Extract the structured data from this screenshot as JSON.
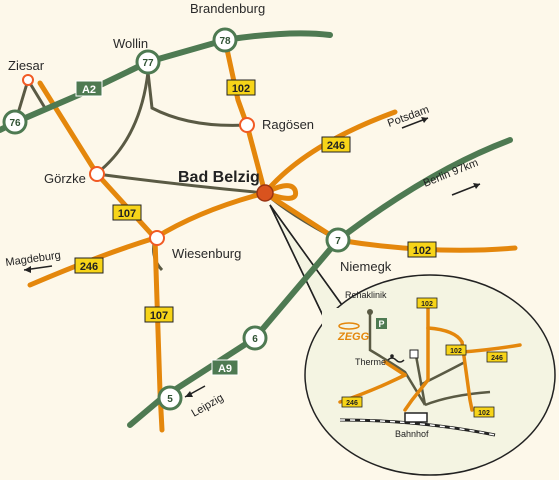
{
  "towns": {
    "brandenburg": "Brandenburg",
    "wollin": "Wollin",
    "ziesar": "Ziesar",
    "ragoesen": "Ragösen",
    "goerzke": "Görzke",
    "bad_belzig": "Bad Belzig",
    "wiesenburg": "Wiesenburg",
    "niemegk": "Niemegk"
  },
  "junctions": {
    "j78": "78",
    "j77": "77",
    "j76": "76",
    "j7": "7",
    "j6": "6",
    "j5": "5"
  },
  "motorways": {
    "a2": "A2",
    "a9": "A9"
  },
  "roads": {
    "r102_north": "102",
    "r246_ne": "246",
    "r107_upper": "107",
    "r102_east": "102",
    "r246_west": "246",
    "r107_lower": "107"
  },
  "directions": {
    "potsdam": "Potsdam",
    "berlin": "Berlin 97km",
    "magdeburg": "Magdeburg",
    "leipzig": "Leipzig"
  },
  "inset": {
    "rehaklinik": "Rehaklinik",
    "parking": "P",
    "zegg": "ZEGG",
    "therme": "Therme",
    "bahnhof": "Bahnhof",
    "r102_top": "102",
    "r102_mid": "102",
    "r246_right": "246",
    "r102_bottom": "102",
    "r246_left": "246"
  },
  "colors": {
    "background": "#fdf8ea",
    "federal_road": "#e4870c",
    "motorway": "#4e7a52",
    "minor_road": "#5a5a44",
    "road_shield": "#f7d418",
    "town_marker": "#f15a24",
    "inset_fill": "#f4f4e2"
  }
}
